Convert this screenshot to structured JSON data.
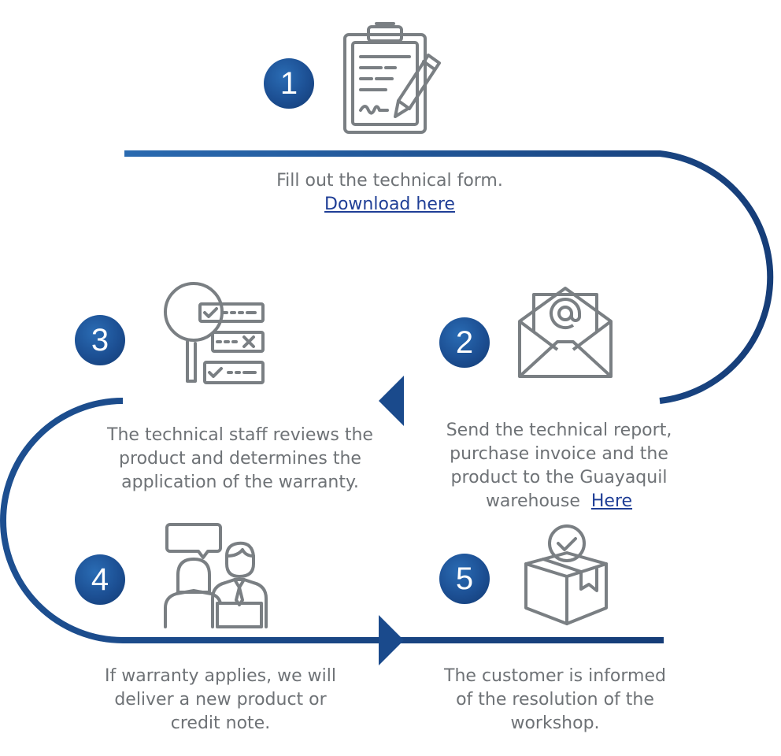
{
  "colors": {
    "path": "#1c4f93",
    "icon": "#7a7f83",
    "text": "#6e7276",
    "link": "#1f3e96"
  },
  "steps": [
    {
      "number": "1",
      "icon": "clipboard-pen-icon",
      "text": "Fill out the technical form.",
      "link": "Download here"
    },
    {
      "number": "2",
      "icon": "email-envelope-icon",
      "lines": [
        "Send the technical report,",
        "purchase invoice and the",
        "product to the Guayaquil"
      ],
      "last": "warehouse",
      "link": "Here"
    },
    {
      "number": "3",
      "icon": "magnifier-checklist-icon",
      "lines": [
        "The technical staff reviews the",
        "product and determines the",
        "application of the warranty."
      ]
    },
    {
      "number": "4",
      "icon": "customer-service-icon",
      "lines": [
        "If warranty applies, we will",
        "deliver a new product or",
        "credit note."
      ]
    },
    {
      "number": "5",
      "icon": "box-checkmark-icon",
      "lines": [
        "The customer is informed",
        "of the resolution of the",
        "workshop."
      ]
    }
  ]
}
